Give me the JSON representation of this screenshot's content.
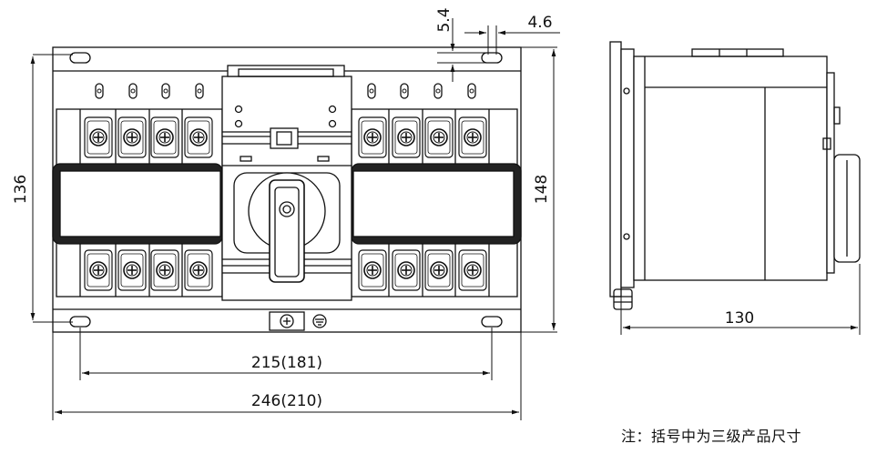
{
  "dimensions": {
    "height_outer": "148",
    "height_inner": "136",
    "depth": "130",
    "width_mount": "215(181)",
    "width_total": "246(210)",
    "slot_height": "5.4",
    "slot_width": "4.6"
  },
  "note": "注：括号中为三级产品尺寸"
}
